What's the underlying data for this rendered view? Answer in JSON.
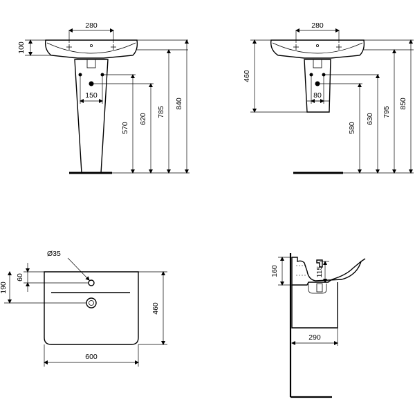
{
  "front_pedestal": {
    "labels": {
      "tap_spacing": "280",
      "rim_height": "100",
      "waste_spacing": "150",
      "h1": "570",
      "h2": "620",
      "h3": "785",
      "h4": "840"
    }
  },
  "front_semi_pedestal": {
    "labels": {
      "tap_spacing": "280",
      "rim_depth": "460",
      "waste_spacing": "80",
      "h1": "580",
      "h2": "630",
      "h3": "795",
      "h4": "850"
    }
  },
  "plan_view": {
    "labels": {
      "tap_hole": "Ø35",
      "tap_offset": "60",
      "waste_offset": "190",
      "depth": "460",
      "width": "600"
    }
  },
  "side_view": {
    "labels": {
      "rim_height": "160",
      "bowl_depth": "115",
      "projection": "290"
    }
  }
}
